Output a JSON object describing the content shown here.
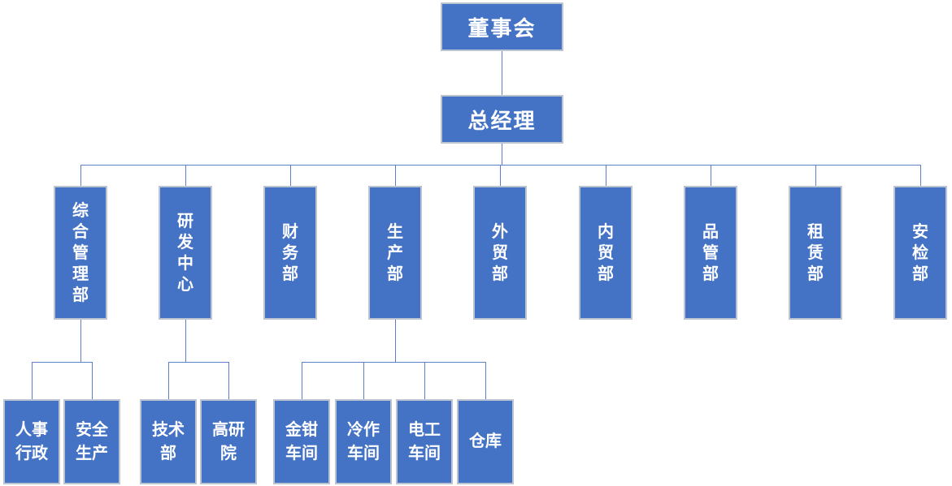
{
  "org_chart": {
    "type": "organization-chart",
    "level1": {
      "label": "董事会"
    },
    "level2": {
      "label": "总经理",
      "reports_to": "董事会"
    },
    "departments": [
      {
        "label": "综合管理部",
        "reports_to": "总经理"
      },
      {
        "label": "研发中心",
        "reports_to": "总经理"
      },
      {
        "label": "财务部",
        "reports_to": "总经理"
      },
      {
        "label": "生产部",
        "reports_to": "总经理"
      },
      {
        "label": "外贸部",
        "reports_to": "总经理"
      },
      {
        "label": "内贸部",
        "reports_to": "总经理"
      },
      {
        "label": "品管部",
        "reports_to": "总经理"
      },
      {
        "label": "租赁部",
        "reports_to": "总经理"
      },
      {
        "label": "安检部",
        "reports_to": "总经理"
      }
    ],
    "sub_units": [
      {
        "label": "人事行政",
        "reports_to": "综合管理部"
      },
      {
        "label": "安全生产",
        "reports_to": "综合管理部"
      },
      {
        "label": "技术部",
        "reports_to": "研发中心"
      },
      {
        "label": "高研院",
        "reports_to": "研发中心"
      },
      {
        "label": "金钳车间",
        "reports_to": "生产部"
      },
      {
        "label": "冷作车间",
        "reports_to": "生产部"
      },
      {
        "label": "电工车间",
        "reports_to": "生产部"
      },
      {
        "label": "仓库",
        "reports_to": "生产部"
      }
    ]
  },
  "colors": {
    "node_fill": "#4472C4",
    "node_border": "#bcc3d1",
    "node_text": "#ffffff",
    "connector": "#5b80c7",
    "background": "#ffffff"
  }
}
